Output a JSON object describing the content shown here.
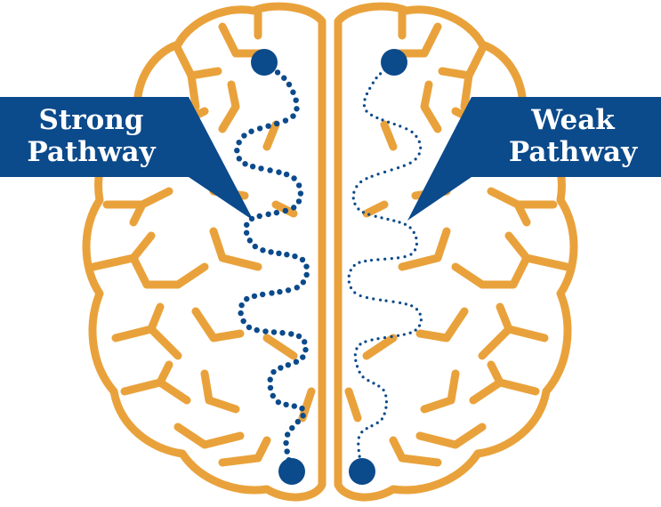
{
  "labels": {
    "strong": {
      "line1": "Strong",
      "line2": "Pathway"
    },
    "weak": {
      "line1": "Weak",
      "line2": "Pathway"
    }
  },
  "colors": {
    "brain": "#E9A23B",
    "pathway": "#0B4A8B",
    "background": "#FFFFFF"
  },
  "icons": {
    "brain": "brain-icon"
  }
}
